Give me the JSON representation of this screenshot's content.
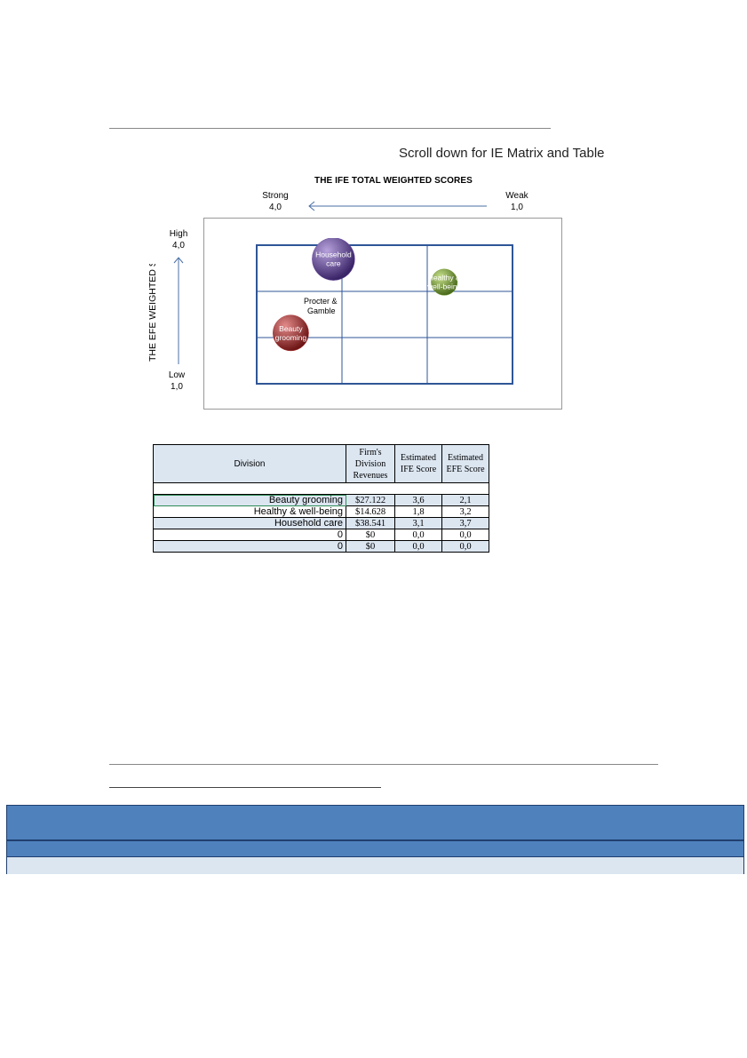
{
  "scroll_note": "Scroll down for IE Matrix and Table",
  "chart_data": {
    "type": "scatter",
    "title": "THE IFE TOTAL WEIGHTED SCORES",
    "x_axis": {
      "strong_label": "Strong",
      "strong_value": "4,0",
      "weak_label": "Weak",
      "weak_value": "1,0",
      "range": [
        4.0,
        1.0
      ]
    },
    "y_axis": {
      "label": "THE EFE WEIGHTED SC",
      "high_label": "High",
      "high_value": "4,0",
      "low_label": "Low",
      "low_value": "1,0",
      "range": [
        1.0,
        4.0
      ]
    },
    "company_label": "Procter & Gamble",
    "grid": true,
    "points": [
      {
        "name": "Beauty grooming",
        "x": 3.6,
        "y": 2.1,
        "revenue": 27122,
        "color": "#b03030"
      },
      {
        "name": "Healthy & well-being",
        "x": 1.8,
        "y": 3.2,
        "revenue": 14628,
        "color": "#7aa33a"
      },
      {
        "name": "Household care",
        "x": 3.1,
        "y": 3.7,
        "revenue": 38541,
        "color": "#6a4a9e"
      }
    ]
  },
  "table": {
    "headers": [
      "Division",
      "Firm's Division Revenues",
      "Estimated IFE Score",
      "Estimated EFE Score"
    ],
    "rows": [
      [
        "Beauty grooming",
        "$27.122",
        "3,6",
        "2,1"
      ],
      [
        "Healthy & well-being",
        "$14.628",
        "1,8",
        "3,2"
      ],
      [
        "Household care",
        "$38.541",
        "3,1",
        "3,7"
      ],
      [
        "0",
        "$0",
        "0,0",
        "0,0"
      ],
      [
        "0",
        "$0",
        "0,0",
        "0,0"
      ]
    ]
  }
}
